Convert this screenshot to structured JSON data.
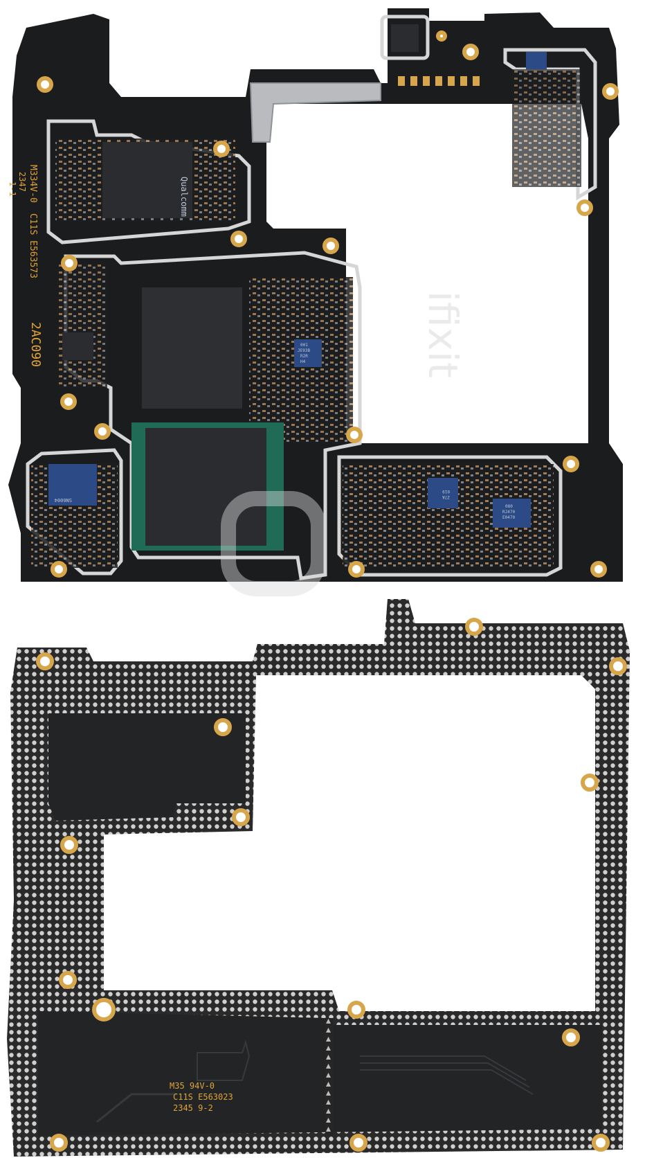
{
  "colors": {
    "background": "#ffffff",
    "pcb_top": "#1b1c1e",
    "pcb_bottom": "#222325",
    "shield_outline": "#d6d6d6",
    "gold_pad": "#d8a64a",
    "silkscreen": "#e0a33a",
    "green_underfill": "#1f6b55",
    "chip_dark": "#2b2c2f",
    "chip_blue": "#2c4b86"
  },
  "top_board": {
    "silkscreen": {
      "side_mark_1": "M334V-0 ",
      "side_mark_2": "C11S E563573",
      "side_mark_3": "2347",
      "side_mark_4": "1-1",
      "board_code": "2AC090"
    },
    "chip_marks": {
      "snapdragon_logo": "Qualcomm",
      "chip_a_line1": "001",
      "chip_a_line2": "JE93B",
      "chip_a_line3": "R2R",
      "chip_a_line4": "H4",
      "chip_b_line1": "SN6004",
      "chip_c_line1": "019",
      "chip_c_line2": "Z7A",
      "chip_d_line1": "080",
      "chip_d_line2": "RJ470",
      "chip_d_line3": "E0470"
    }
  },
  "bottom_board": {
    "silkscreen": {
      "line1": "M35 94V-0",
      "line2": "C11S  E563023",
      "line3": "2345   9-2"
    }
  },
  "watermark": {
    "text": "ifixit"
  }
}
